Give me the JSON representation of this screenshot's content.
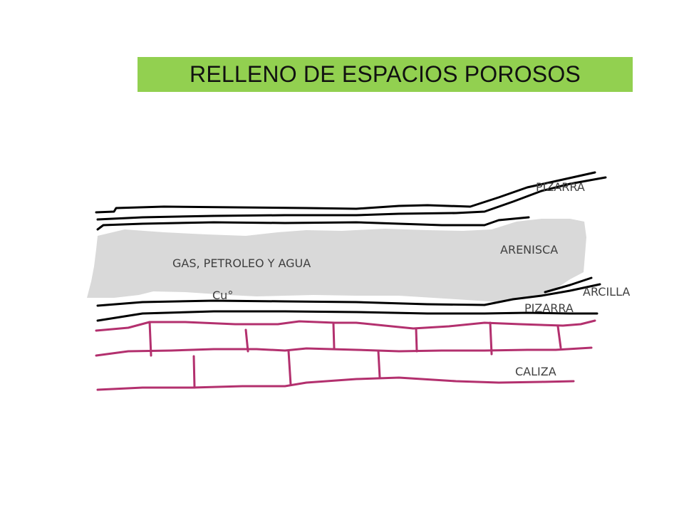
{
  "title": "RELLENO DE ESPACIOS POROSOS",
  "labels": {
    "pizarra_top": "PIZARRA",
    "arenisca": "ARENISCA",
    "fluids": "GAS, PETROLEO Y AGUA",
    "cu": "Cu°",
    "arcilla": "ARCILLA",
    "pizarra_bottom": "PIZARRA",
    "caliza": "CALIZA"
  },
  "colors": {
    "banner": "#92d050",
    "sandstone": "#d9d9d9",
    "shale_lines": "#000000",
    "limestone_lines": "#b3306e",
    "label_text": "#404040"
  }
}
